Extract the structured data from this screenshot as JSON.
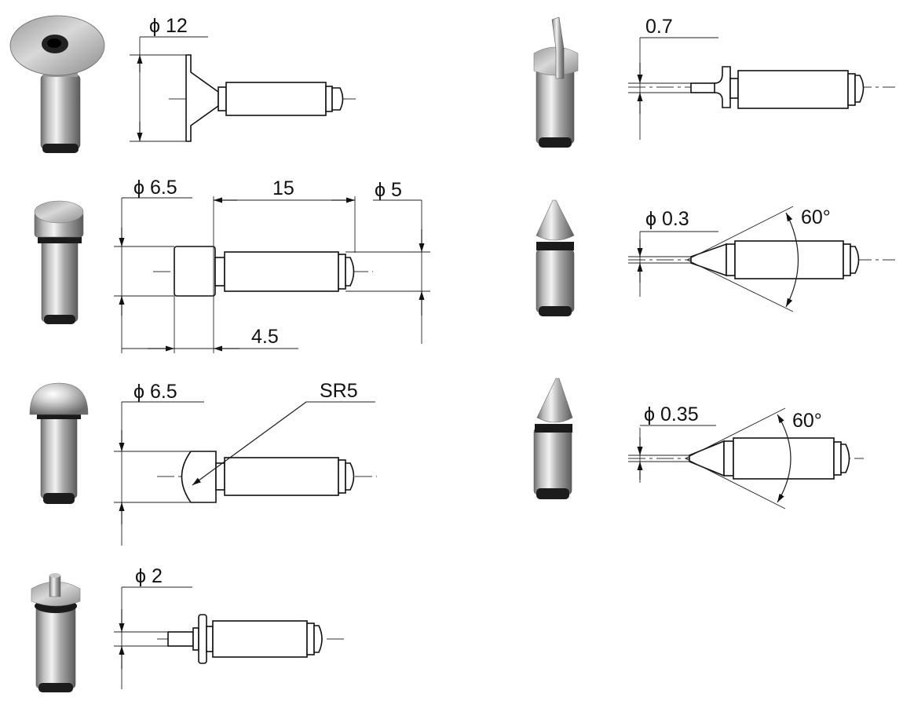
{
  "colors": {
    "line": "#111111",
    "metal_light": "#f2f2f2",
    "metal_dark": "#6e6e6e",
    "band": "#1c1c1c",
    "background": "#ffffff"
  },
  "tips": [
    {
      "name": "flat-disc-tip",
      "icon": "flat-disc-anvil-photo",
      "labels": {
        "diameter": "ϕ 12"
      }
    },
    {
      "name": "flat-tip",
      "icon": "flat-cylinder-anvil-photo",
      "labels": {
        "diameter": "ϕ 6.5",
        "length": "15",
        "shaft": "ϕ 5",
        "face": "4.5"
      }
    },
    {
      "name": "spherical-tip",
      "icon": "spherical-anvil-photo",
      "labels": {
        "diameter": "ϕ 6.5",
        "radius": "SR5"
      }
    },
    {
      "name": "pin-tip",
      "icon": "pin-anvil-photo",
      "labels": {
        "diameter": "ϕ 2"
      }
    },
    {
      "name": "blade-tip",
      "icon": "blade-anvil-photo",
      "labels": {
        "thickness": "0.7"
      }
    },
    {
      "name": "cone-tip-03",
      "icon": "cone-anvil-photo",
      "labels": {
        "diameter": "ϕ 0.3",
        "angle": "60°"
      }
    },
    {
      "name": "cone-tip-035",
      "icon": "cone-anvil-photo",
      "labels": {
        "diameter": "ϕ 0.35",
        "angle": "60°"
      }
    }
  ]
}
